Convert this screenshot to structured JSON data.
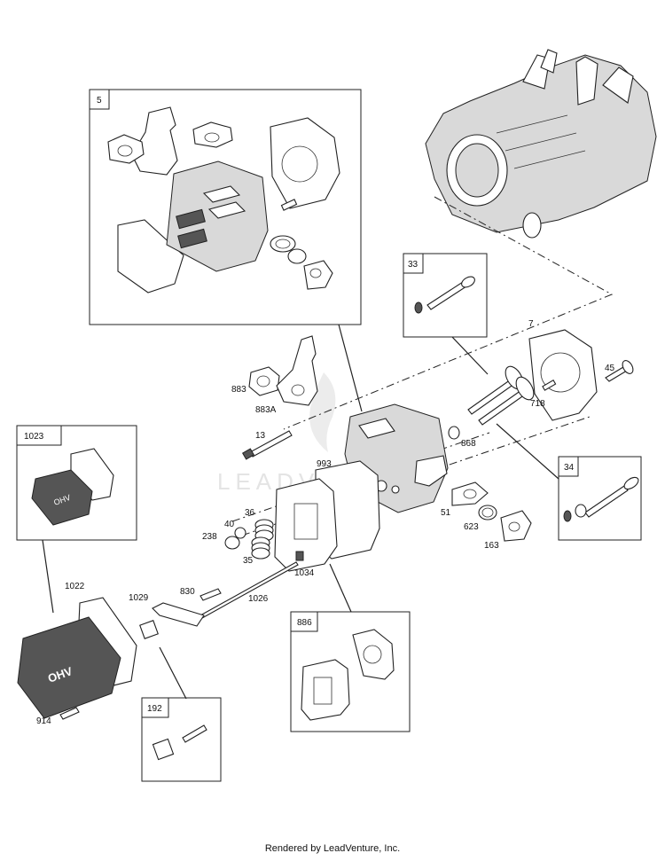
{
  "kits": {
    "k5": "5",
    "k33": "33",
    "k34": "34",
    "k1023": "1023",
    "k886": "886",
    "k192": "192"
  },
  "labels": {
    "p7": "7",
    "p45": "45",
    "p718": "718",
    "p868": "868",
    "p883": "883",
    "p883A": "883A",
    "p13": "13",
    "p993": "993",
    "p51": "51",
    "p623": "623",
    "p163": "163",
    "p36": "36",
    "p40": "40",
    "p238": "238",
    "p35": "35",
    "p1034": "1034",
    "p830": "830",
    "p1026": "1026",
    "p1029": "1029",
    "p1022": "1022",
    "p914": "914"
  },
  "cover_text": "OHV",
  "watermark": "LEADVENTURE",
  "footer": "Rendered by LeadVenture, Inc."
}
